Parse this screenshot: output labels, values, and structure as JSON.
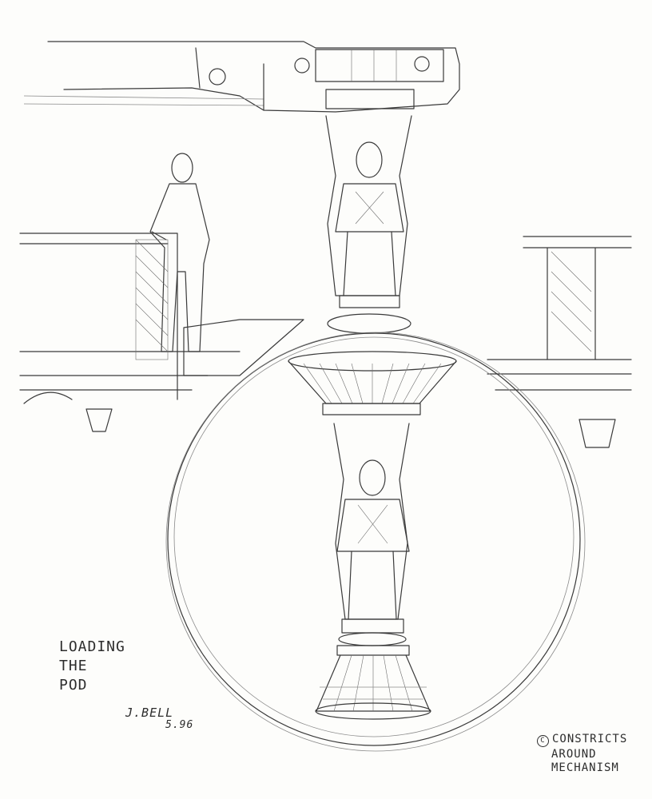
{
  "drawing": {
    "title_lines": [
      "LOADING",
      "THE",
      "POD"
    ],
    "signature": "J.BELL",
    "date": "5.96",
    "note_marker": "C",
    "note_lines": [
      "CONSTRICTS",
      "AROUND",
      "MECHANISM"
    ]
  }
}
